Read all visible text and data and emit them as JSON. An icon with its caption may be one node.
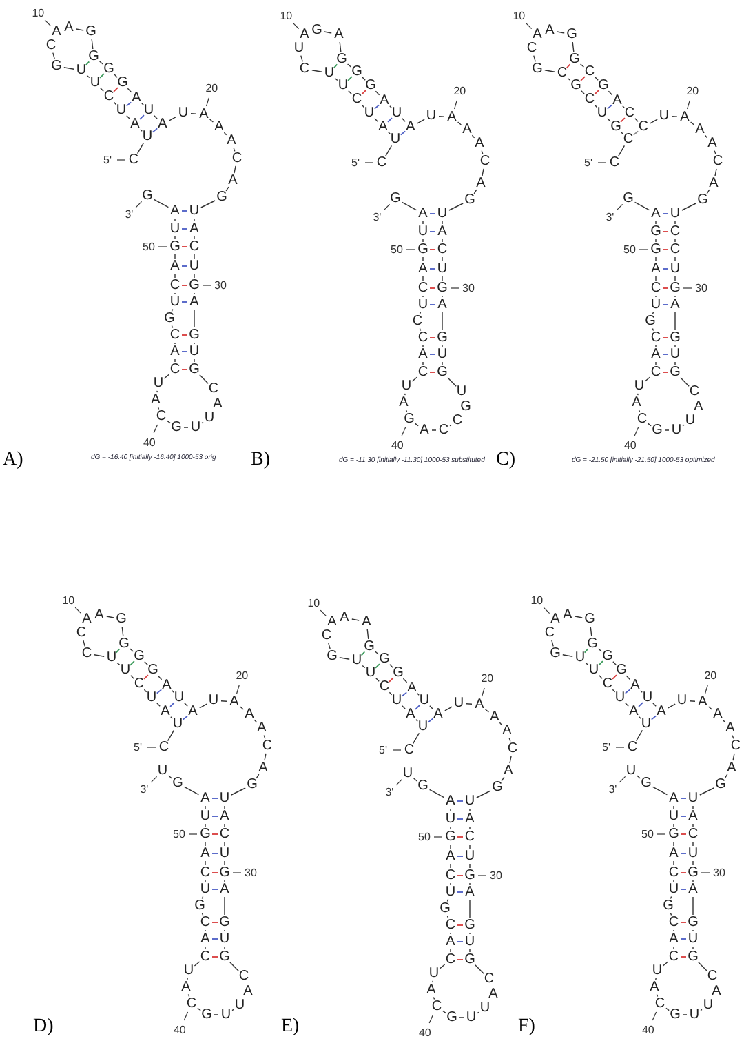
{
  "diagram": {
    "labels": [
      "A)",
      "dG = -16.40 [initially -16.40] 1000-53 orig",
      "10",
      "20",
      "30",
      "40",
      "50",
      "5'",
      "3'",
      "C",
      "U",
      "A",
      "U",
      "C",
      "U",
      "U",
      "G",
      "C",
      "A",
      "A",
      "G",
      "G",
      "G",
      "G",
      "A",
      "U",
      "A",
      "U",
      "A",
      "A",
      "A",
      "C",
      "A",
      "G",
      "U",
      "A",
      "C",
      "U",
      "G",
      "A",
      "G",
      "U",
      "G",
      "C",
      "A",
      "U",
      "U",
      "G",
      "C",
      "A",
      "U",
      "C",
      "A",
      "C",
      "G",
      "U",
      "C",
      "A",
      "G",
      "U",
      "A",
      "G",
      "B)",
      "dG = -11.30 [initially -11.30] 1000-53 substituted",
      "10",
      "20",
      "30",
      "40",
      "50",
      "5'",
      "3'",
      "C",
      "U",
      "A",
      "U",
      "C",
      "U",
      "U",
      "C",
      "U",
      "A",
      "G",
      "A",
      "G",
      "G",
      "G",
      "A",
      "U",
      "A",
      "U",
      "A",
      "A",
      "A",
      "C",
      "A",
      "G",
      "U",
      "A",
      "C",
      "U",
      "G",
      "A",
      "G",
      "U",
      "G",
      "U",
      "G",
      "C",
      "C",
      "A",
      "G",
      "A",
      "U",
      "C",
      "A",
      "C",
      "C",
      "U",
      "C",
      "A",
      "G",
      "U",
      "A",
      "G",
      "C)",
      "dG = -21.50 [initially -21.50] 1000-53 optimized",
      "10",
      "20",
      "30",
      "40",
      "50",
      "5'",
      "3'",
      "C",
      "C",
      "G",
      "U",
      "C",
      "G",
      "C",
      "G",
      "C",
      "A",
      "A",
      "G",
      "G",
      "C",
      "G",
      "A",
      "C",
      "C",
      "U",
      "A",
      "A",
      "A",
      "C",
      "A",
      "G",
      "U",
      "C",
      "C",
      "U",
      "G",
      "A",
      "G",
      "U",
      "G",
      "C",
      "A",
      "U",
      "U",
      "G",
      "C",
      "A",
      "U",
      "C",
      "A",
      "C",
      "G",
      "U",
      "C",
      "A",
      "G",
      "G",
      "A",
      "G",
      "D)",
      "10",
      "20",
      "30",
      "40",
      "50",
      "5'",
      "3'",
      "C",
      "U",
      "A",
      "U",
      "C",
      "U",
      "U",
      "C",
      "C",
      "A",
      "A",
      "G",
      "G",
      "G",
      "G",
      "A",
      "U",
      "A",
      "U",
      "A",
      "A",
      "A",
      "C",
      "A",
      "G",
      "U",
      "A",
      "C",
      "U",
      "G",
      "A",
      "G",
      "U",
      "G",
      "C",
      "A",
      "U",
      "U",
      "G",
      "C",
      "A",
      "U",
      "C",
      "A",
      "C",
      "G",
      "U",
      "C",
      "A",
      "G",
      "U",
      "A",
      "G",
      "U",
      "E)",
      "10",
      "20",
      "30",
      "40",
      "50",
      "5'",
      "3'",
      "C",
      "U",
      "A",
      "U",
      "C",
      "U",
      "U",
      "G",
      "C",
      "A",
      "A",
      "A",
      "G",
      "G",
      "G",
      "A",
      "U",
      "A",
      "U",
      "A",
      "A",
      "A",
      "C",
      "A",
      "G",
      "U",
      "A",
      "C",
      "U",
      "G",
      "A",
      "G",
      "U",
      "G",
      "C",
      "A",
      "U",
      "U",
      "G",
      "C",
      "A",
      "U",
      "C",
      "A",
      "C",
      "G",
      "U",
      "C",
      "A",
      "G",
      "U",
      "A",
      "G",
      "U",
      "F)",
      "10",
      "20",
      "30",
      "40",
      "50",
      "5'",
      "3'",
      "C",
      "U",
      "A",
      "U",
      "C",
      "U",
      "U",
      "G",
      "C",
      "A",
      "A",
      "G",
      "G",
      "G",
      "G",
      "A",
      "U",
      "A",
      "U",
      "A",
      "A",
      "A",
      "C",
      "A",
      "G",
      "U",
      "A",
      "C",
      "U",
      "G",
      "A",
      "G",
      "U",
      "G",
      "C",
      "A",
      "U",
      "U",
      "G",
      "C",
      "A",
      "U",
      "C",
      "A",
      "C",
      "G",
      "U",
      "C",
      "A",
      "G",
      "U",
      "A",
      "G",
      "U"
    ]
  }
}
